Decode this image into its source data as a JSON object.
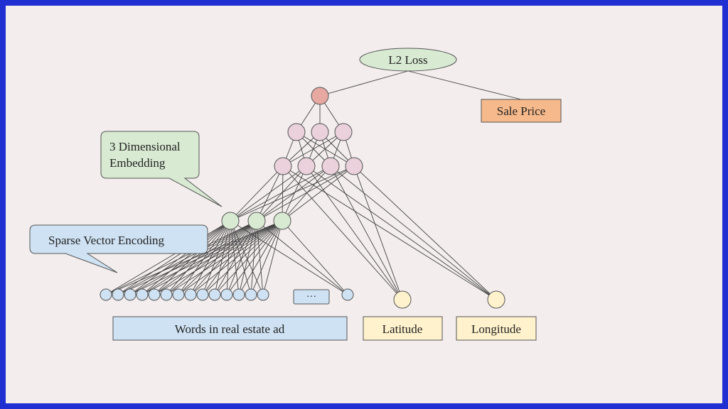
{
  "labels": {
    "loss": "L2 Loss",
    "target": "Sale Price",
    "embedding_callout_line1": "3 Dimensional",
    "embedding_callout_line2": "Embedding",
    "sparse_callout": "Sparse Vector Encoding",
    "ellipsis": "···",
    "words": "Words in real estate ad",
    "latitude": "Latitude",
    "longitude": "Longitude"
  },
  "colors": {
    "frame_border": "#1f2fd1",
    "background": "#f3eded",
    "loss_fill": "#d9ead3",
    "target_fill": "#f6b98b",
    "output_node": "#e6a8a0",
    "hidden_node": "#ead1dc",
    "embedding_node": "#d9ead3",
    "input_node": "#cfe2f3",
    "latlong_fill": "#fff2cc",
    "edge": "#444444"
  }
}
